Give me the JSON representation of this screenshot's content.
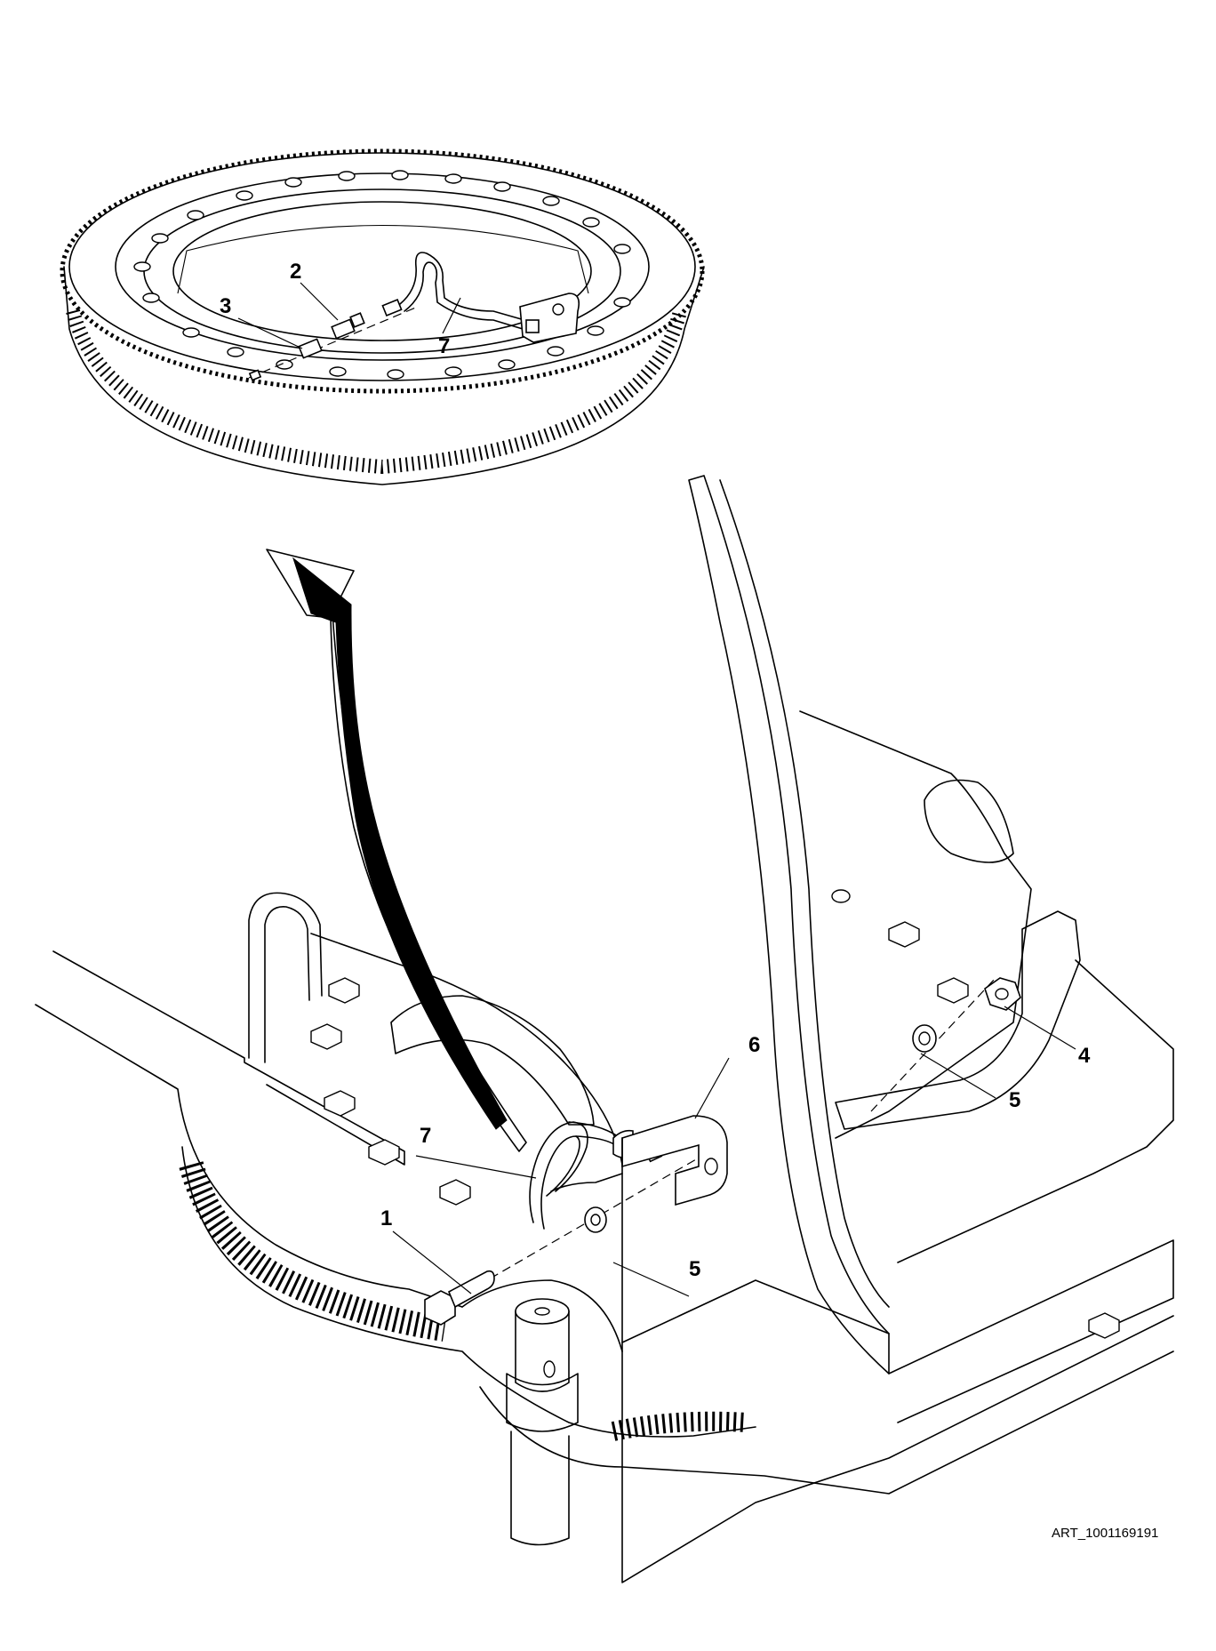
{
  "figure": {
    "art_reference": "ART_1001169191",
    "callouts": {
      "c1": "1",
      "c2": "2",
      "c3": "3",
      "c4": "4",
      "c5a": "5",
      "c5b": "5",
      "c6": "6",
      "c7a": "7",
      "c7b": "7"
    }
  }
}
